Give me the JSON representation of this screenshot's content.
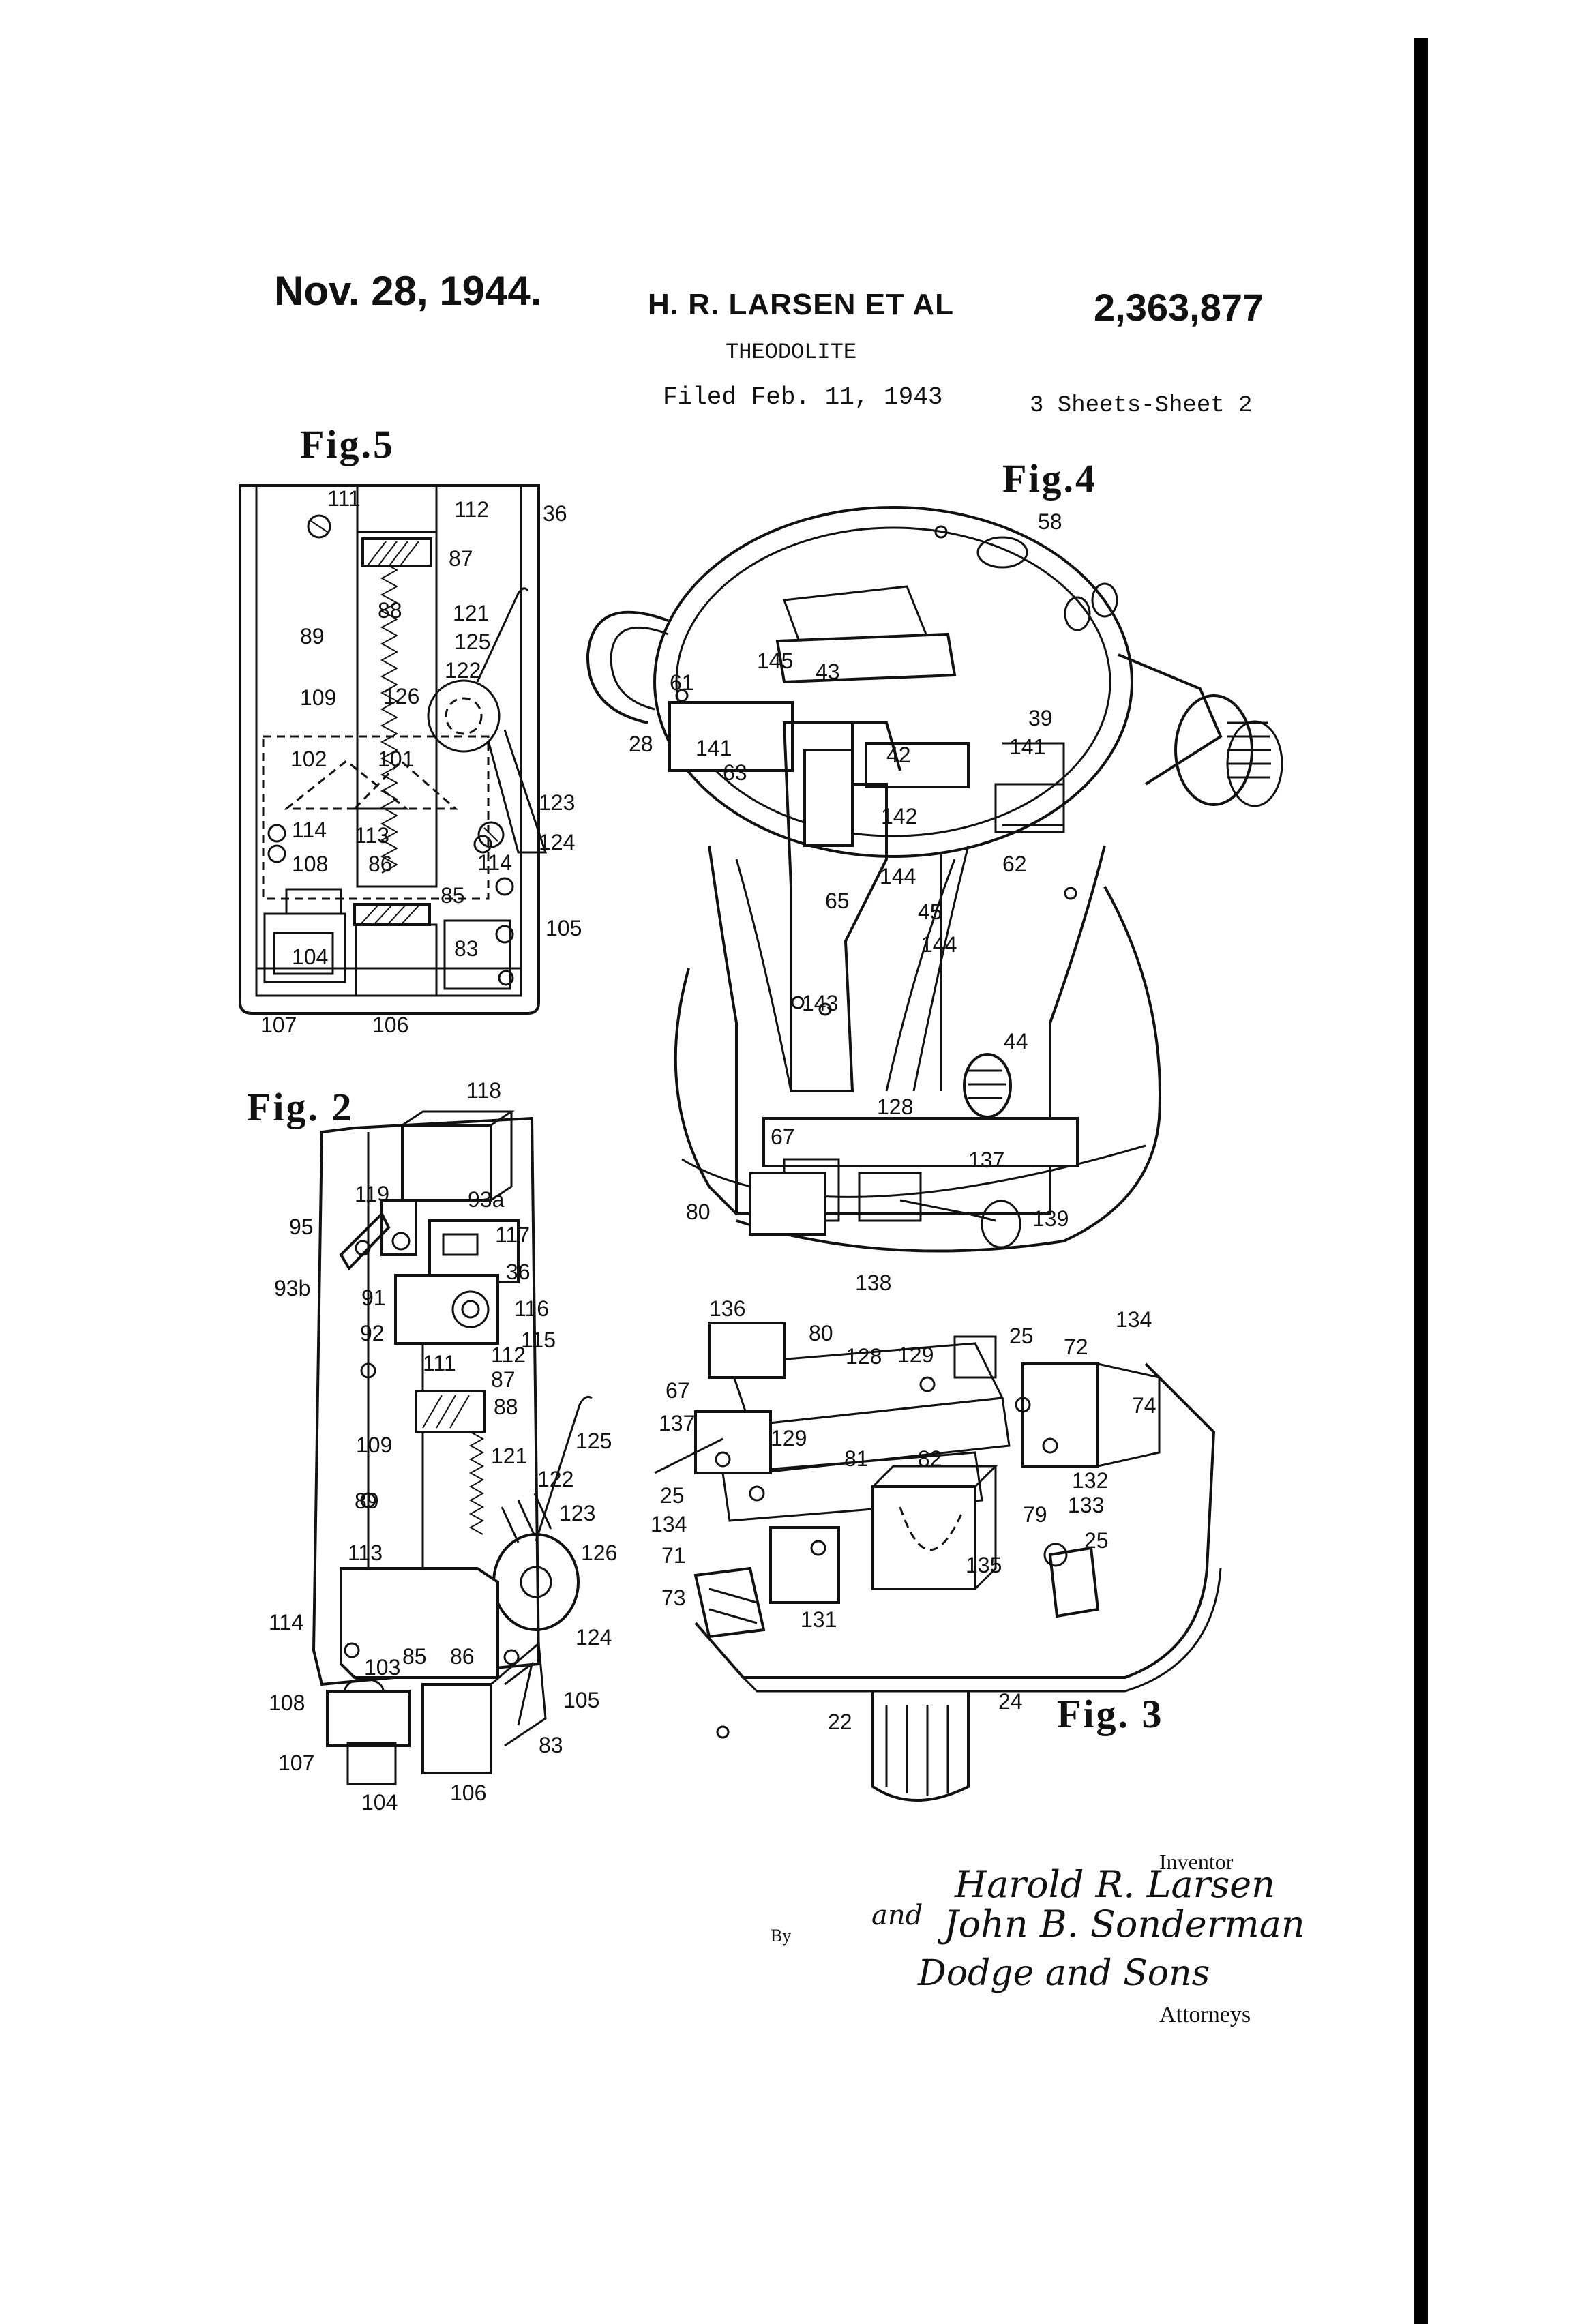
{
  "header": {
    "date": "Nov. 28, 1944.",
    "inventors_short": "H. R. LARSEN ET AL",
    "patent_number": "2,363,877",
    "title": "THEODOLITE",
    "filed": "Filed Feb. 11, 1943",
    "sheet": "3 Sheets-Sheet 2"
  },
  "figures": {
    "fig5": {
      "label": "Fig.5",
      "refs": [
        "111",
        "112",
        "36",
        "87",
        "88",
        "121",
        "89",
        "125",
        "122",
        "109",
        "126",
        "102",
        "101",
        "123",
        "114",
        "113",
        "124",
        "108",
        "86",
        "85",
        "105",
        "104",
        "83",
        "107",
        "106"
      ]
    },
    "fig4": {
      "label": "Fig.4",
      "refs": [
        "58",
        "145",
        "43",
        "39",
        "61",
        "28",
        "141",
        "42",
        "141",
        "63",
        "142",
        "62",
        "144",
        "65",
        "45",
        "144",
        "143",
        "44",
        "128",
        "67",
        "137",
        "80",
        "139",
        "138"
      ]
    },
    "fig2": {
      "label": "Fig. 2",
      "refs": [
        "118",
        "119",
        "93a",
        "95",
        "117",
        "36",
        "93b",
        "91",
        "116",
        "92",
        "115",
        "111",
        "112",
        "87",
        "88",
        "109",
        "125",
        "121",
        "122",
        "89",
        "123",
        "113",
        "126",
        "114",
        "124",
        "103",
        "85",
        "86",
        "108",
        "105",
        "107",
        "83",
        "104",
        "106"
      ]
    },
    "fig3": {
      "label": "Fig. 3",
      "refs": [
        "136",
        "134",
        "80",
        "25",
        "72",
        "128",
        "129",
        "67",
        "137",
        "74",
        "129",
        "81",
        "82",
        "25",
        "132",
        "133",
        "79",
        "134",
        "25",
        "71",
        "135",
        "73",
        "131",
        "24",
        "22"
      ]
    }
  },
  "signature": {
    "inventor_label": "Inventor",
    "inventor1": "Harold R. Larsen",
    "and_word": "and",
    "inventor2": "John B. Sonderman",
    "by_word": "By",
    "attorneys_signature": "Dodge and Sons",
    "attorneys_label": "Attorneys"
  }
}
